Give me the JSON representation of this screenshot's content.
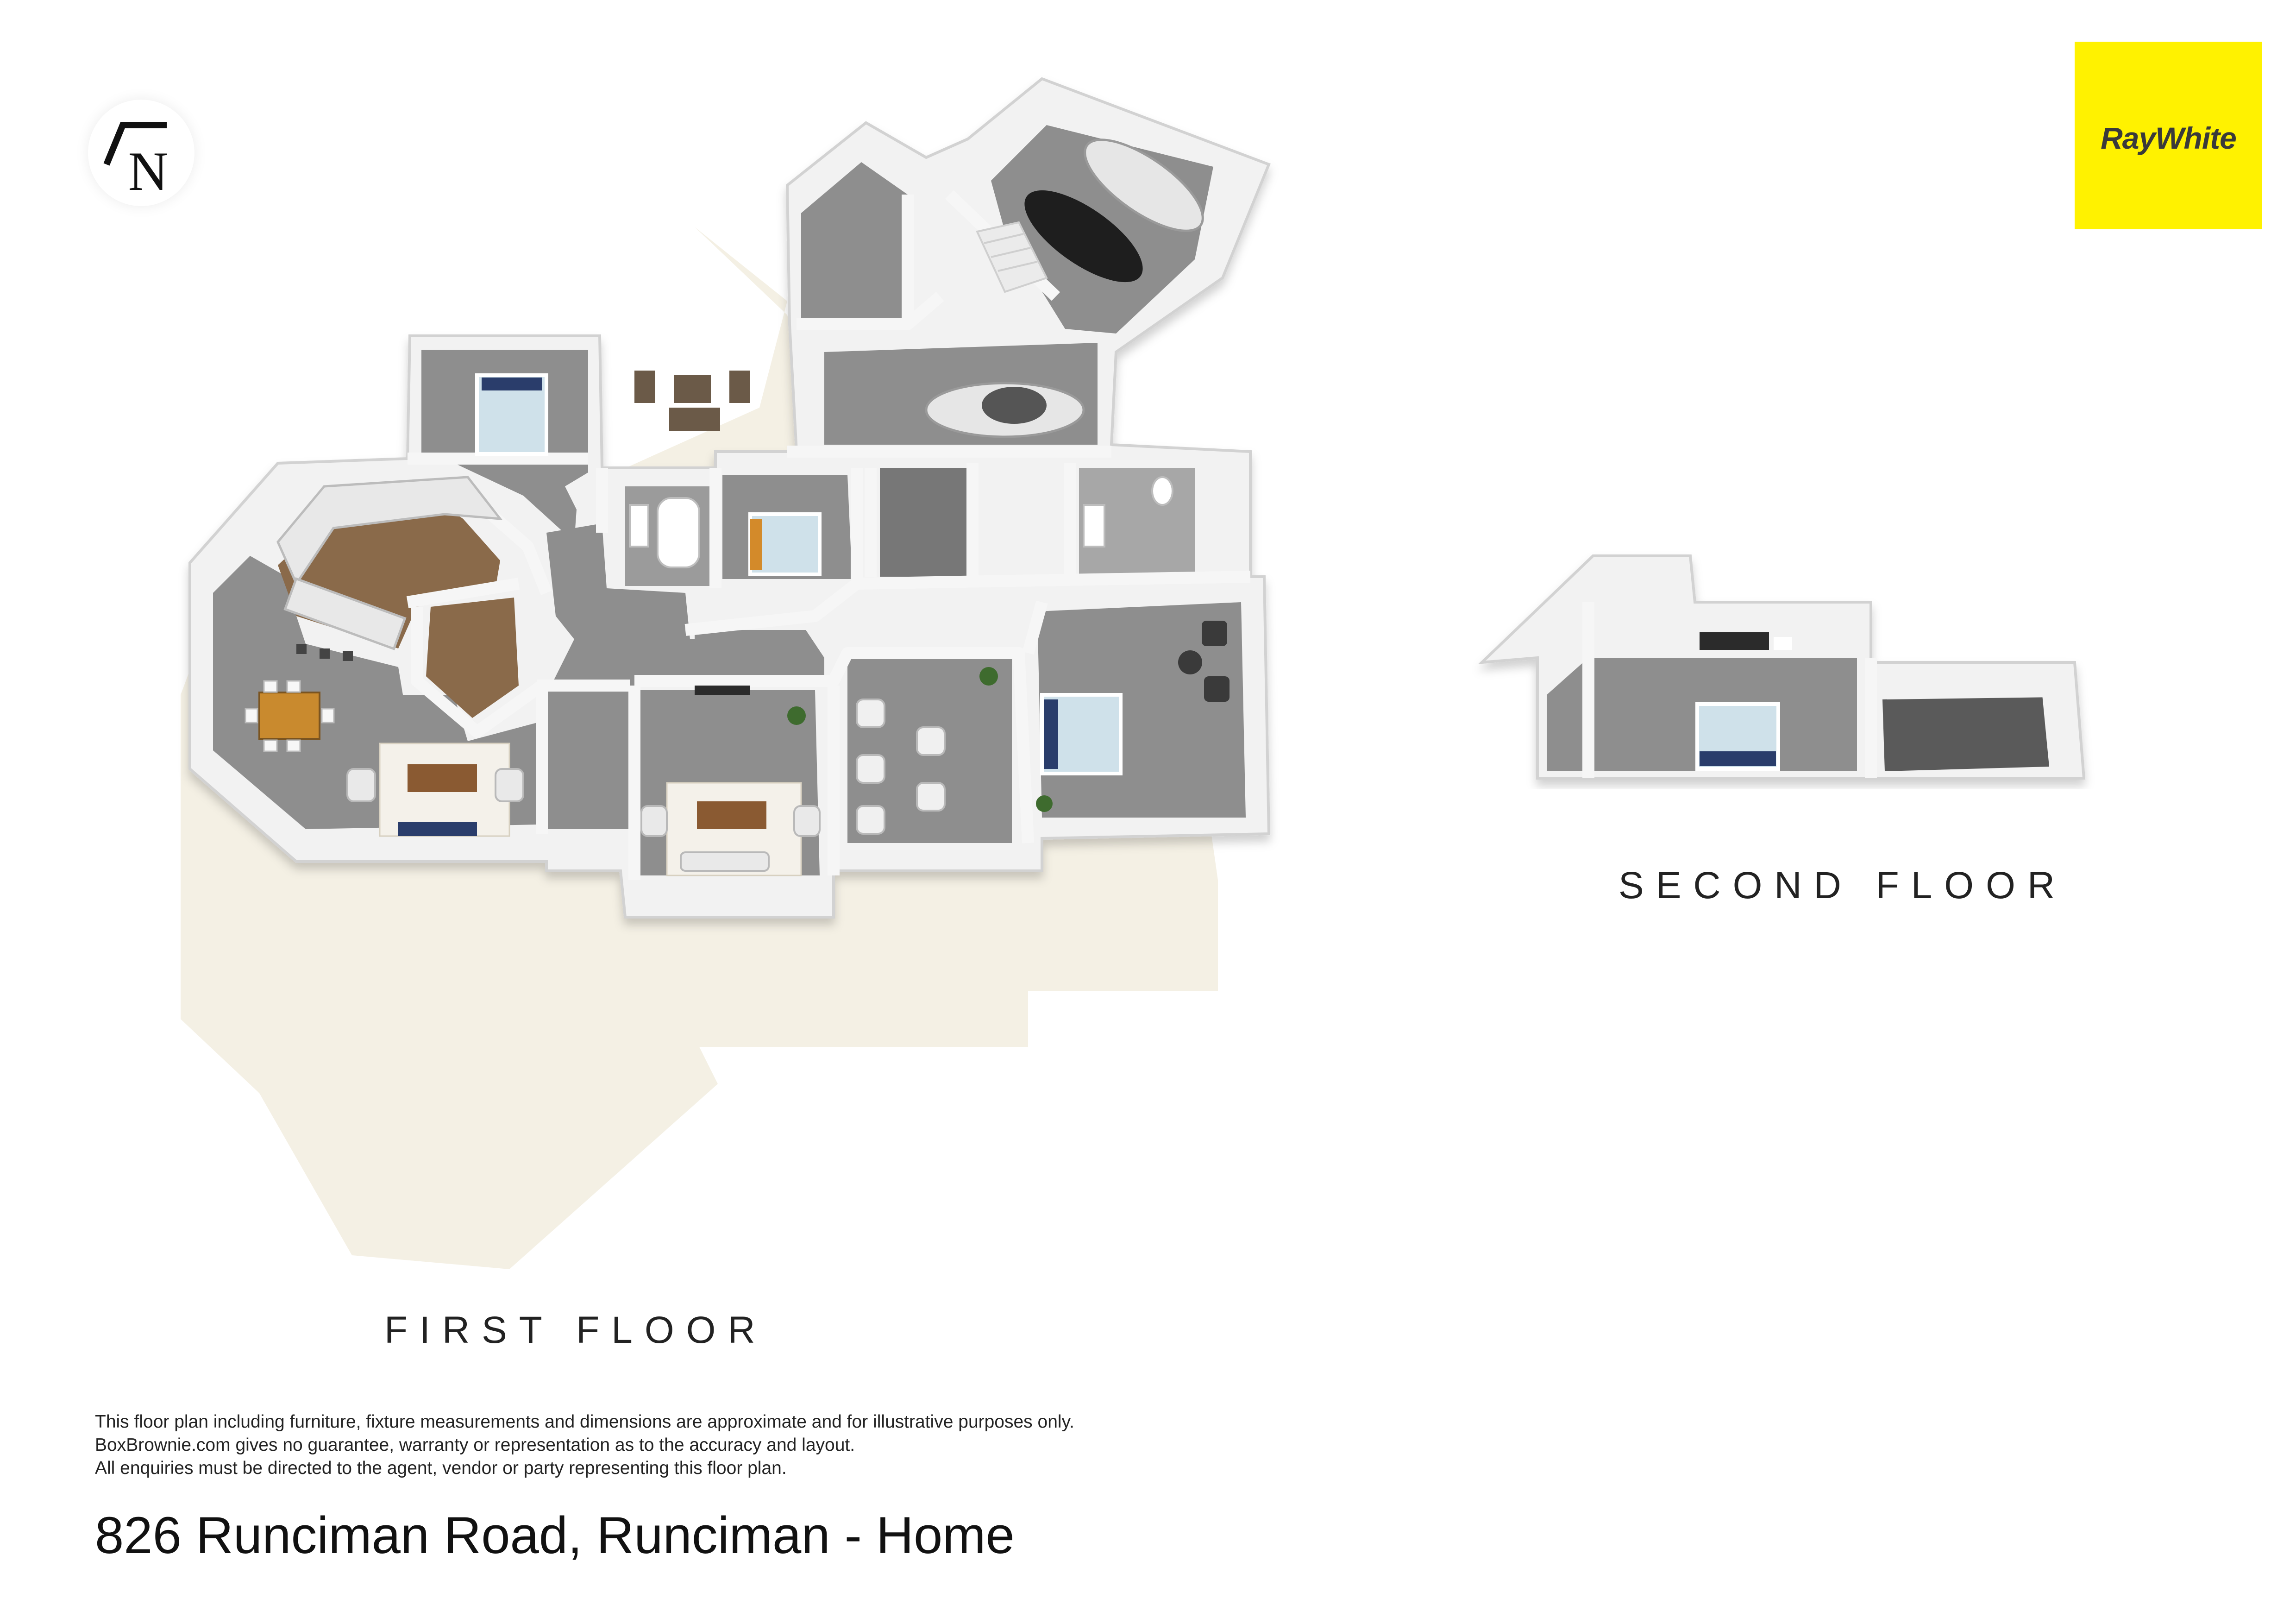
{
  "compass": {
    "letter": "N",
    "icon": "north-arrow-icon"
  },
  "logo": {
    "text": "RayWhite",
    "background": "#fff200",
    "text_color": "#3a3a3a"
  },
  "floors": {
    "first": {
      "label": "FIRST FLOOR"
    },
    "second": {
      "label": "SECOND FLOOR"
    }
  },
  "disclaimer": {
    "lines": [
      "This floor plan including furniture, fixture measurements and dimensions are approximate and for illustrative purposes only.",
      "BoxBrownie.com gives no guarantee, warranty or representation as to the accuracy and layout.",
      "All enquiries must be directed to the agent, vendor or party representing this floor plan."
    ]
  },
  "address": "826 Runciman Road, Runciman - Home",
  "colors": {
    "land": "#f4f0e4",
    "floor": "#8e8e8e",
    "wall": "#f2f2f2",
    "wall_shade": "#cfcfcf",
    "timber": "#8a6a4a",
    "car_dark": "#1e1e1e",
    "car_light": "#e6e6e6"
  }
}
